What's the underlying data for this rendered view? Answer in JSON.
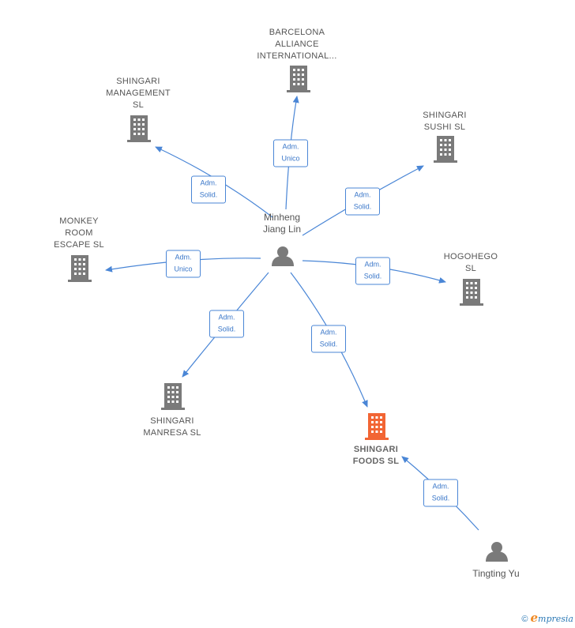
{
  "colors": {
    "edge": "#4a86d6",
    "building": "#7a7a7a",
    "focus_building": "#f26534",
    "person": "#7a7a7a"
  },
  "companies": {
    "barcelona": "BARCELONA\nALLIANCE\nINTERNATIONAL...",
    "management": "SHINGARI\nMANAGEMENT\nSL",
    "sushi": "SHINGARI\nSUSHI  SL",
    "monkey": "MONKEY\nROOM\nESCAPE  SL",
    "hogohego": "HOGOHEGO\nSL",
    "manresa": "SHINGARI\nMANRESA  SL",
    "foods": "SHINGARI\nFOODS  SL"
  },
  "persons": {
    "minheng": "Minheng\nJiang Lin",
    "tingting": "Tingting Yu"
  },
  "relations": {
    "barcelona": "Adm.\nUnico",
    "management": "Adm.\nSolid.",
    "sushi": "Adm.\nSolid.",
    "monkey": "Adm.\nUnico",
    "hogohego": "Adm.\nSolid.",
    "manresa": "Adm.\nSolid.",
    "foods": "Adm.\nSolid.",
    "tingting_foods": "Adm.\nSolid."
  },
  "footer": {
    "copyright": "©",
    "brand_initial": "e",
    "brand_rest": "mpresia"
  }
}
